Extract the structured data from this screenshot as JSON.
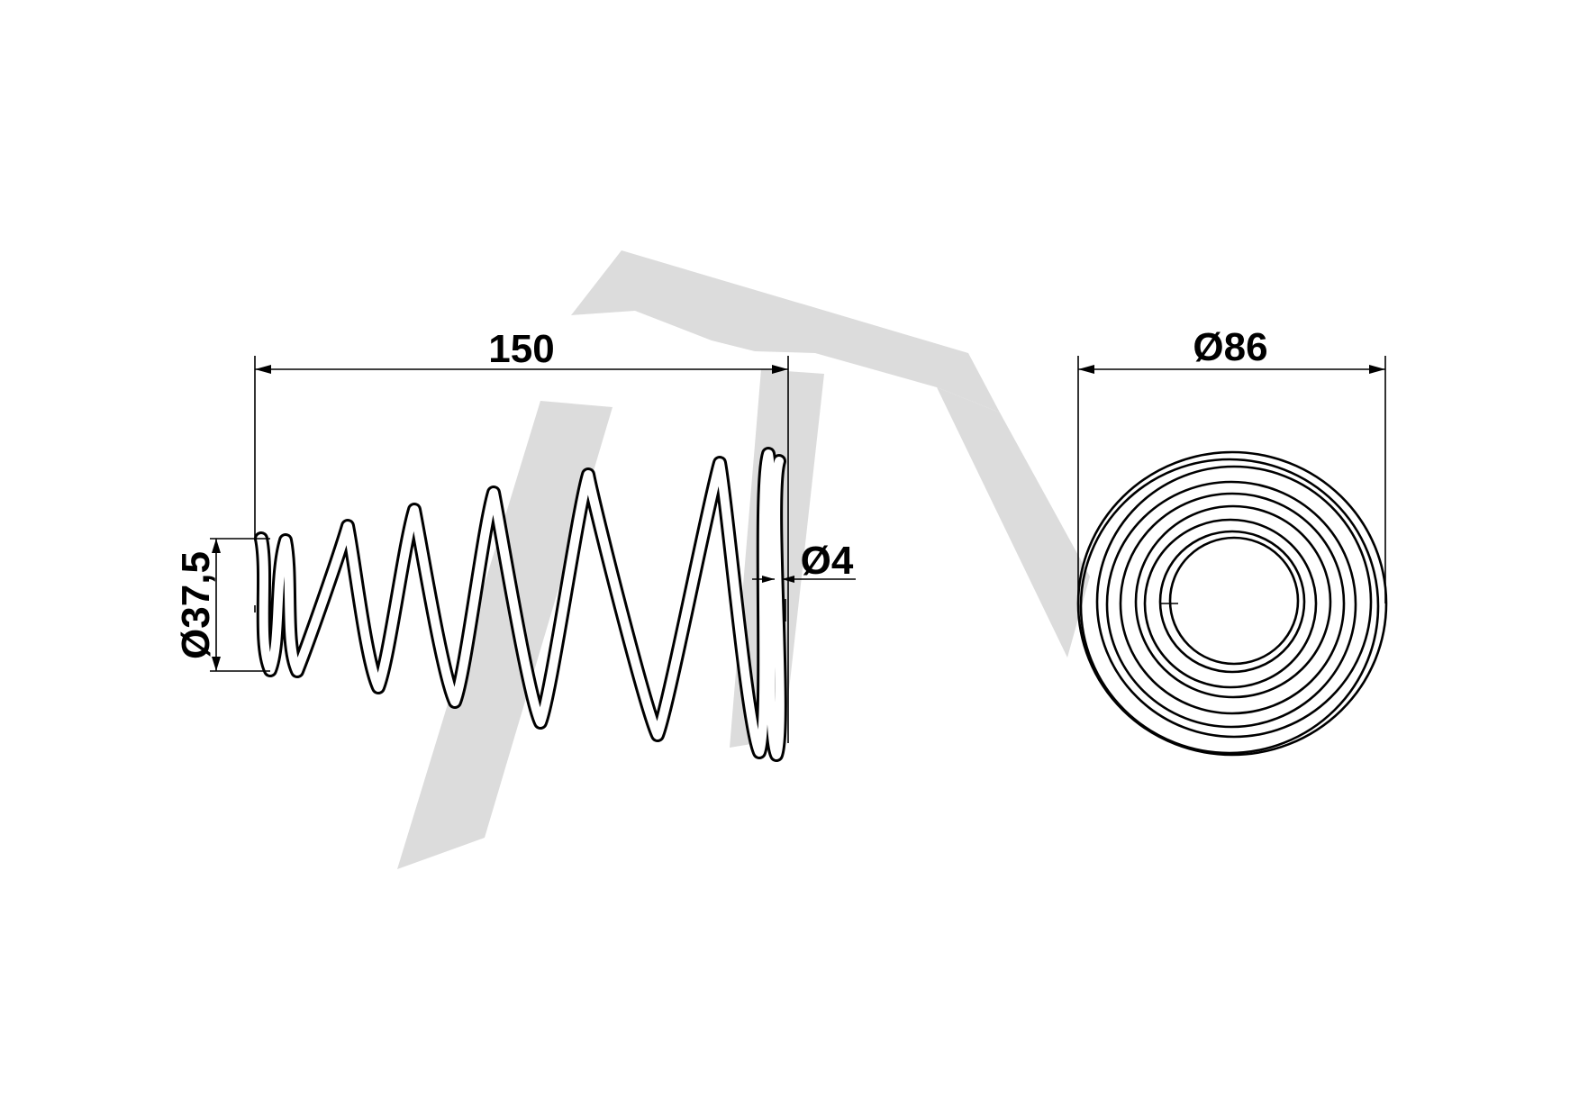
{
  "dimensions": {
    "length": "150",
    "end_diameter": "Ø37,5",
    "wire_diameter": "Ø4",
    "outer_diameter": "Ø86"
  },
  "colors": {
    "line": "#000000",
    "watermark": "#dcdcdc",
    "background": "#ffffff"
  }
}
